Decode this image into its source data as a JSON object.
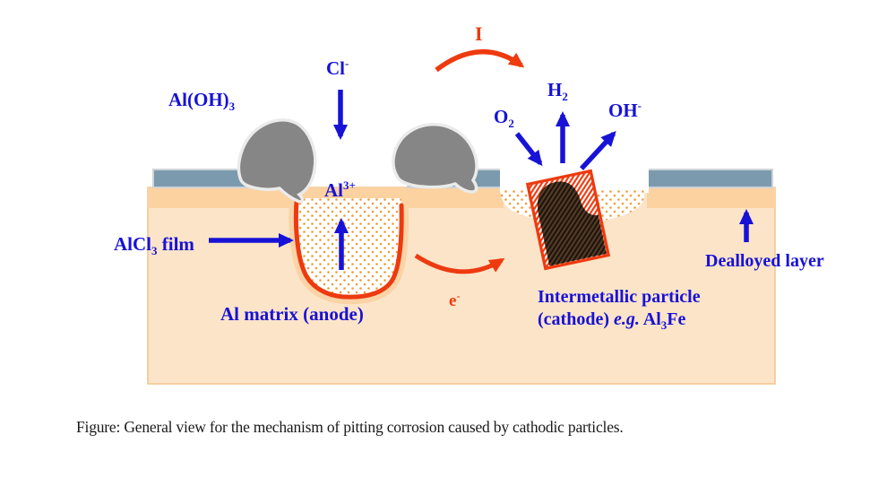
{
  "figure": {
    "caption": "Figure: General view for the mechanism of pitting corrosion caused by cathodic particles."
  },
  "labels": {
    "aloh3": {
      "base": "Al(OH)",
      "sub": "3"
    },
    "cl": {
      "base": "Cl",
      "sup": "-"
    },
    "current": "I",
    "o2": {
      "base": "O",
      "sub": "2"
    },
    "h2": {
      "base": "H",
      "sub": "2"
    },
    "oh": {
      "base": "OH",
      "sup": "-"
    },
    "al3": {
      "base": "Al",
      "sup": "3+"
    },
    "alcl3": {
      "base": "AlCl",
      "sub": "3",
      "rest": " film"
    },
    "al_matrix": "Al matrix (anode)",
    "electron": {
      "base": "e",
      "sup": "-"
    },
    "intermetallic": {
      "line1": "Intermetallic particle",
      "line2_pre": "(cathode) ",
      "line2_eg": "e.g.",
      "line2_al": " Al",
      "line2_sub": "3",
      "line2_fe": "Fe"
    },
    "dealloyed": "Dealloyed layer"
  },
  "colors": {
    "label-blue": "#1712d6",
    "accent-red": "#ee3a0f",
    "matrix-peach": "#fce4c8",
    "dealloyed-band": "#fbd2a0",
    "pit-halo": "#fad3a6",
    "oxide-bluegray": "#7c9aad",
    "oxide-border": "#cdd3d6",
    "corrosion-gray": "#868686",
    "blob-outline": "#ebebeb",
    "particle-brown": "#543a26",
    "hatch-dark": "#19120b",
    "dot-orange": "#f29b38",
    "matrix-border": "#f3c48e",
    "caption-black": "#1a1a1a"
  }
}
